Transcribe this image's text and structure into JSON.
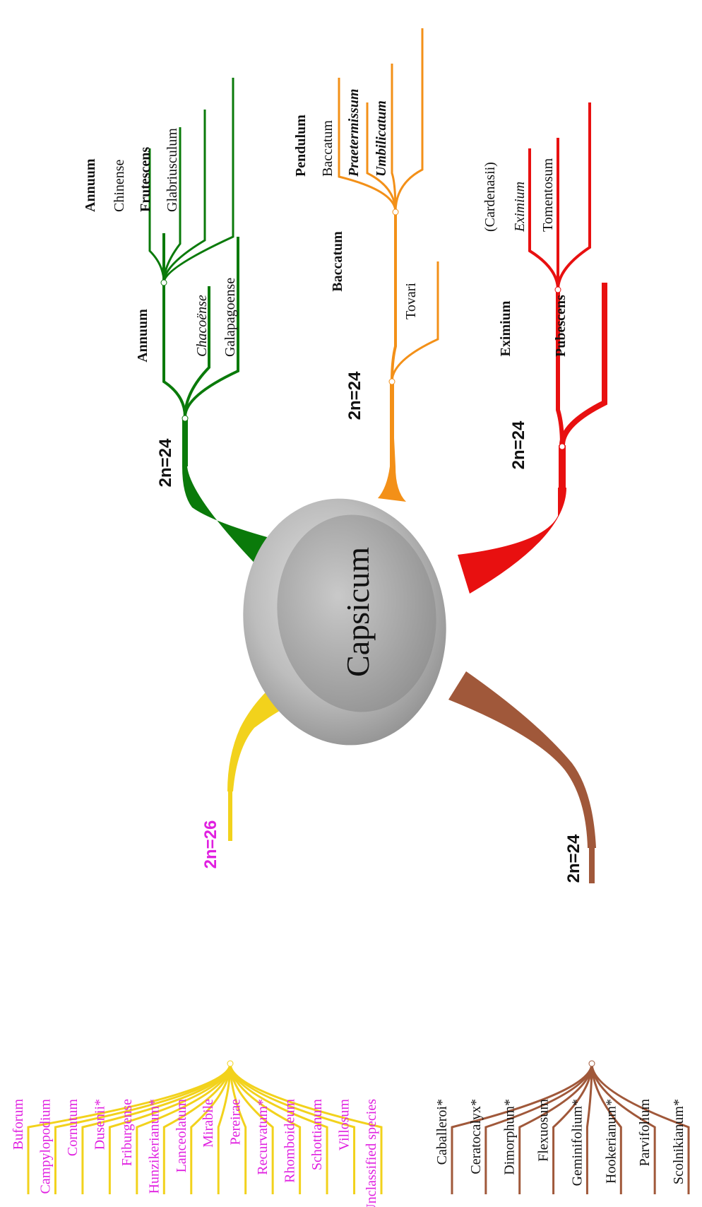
{
  "center": {
    "label": "Capsicum"
  },
  "branches": {
    "green": {
      "color": "#0a7a0a",
      "chromosome": "2n=24",
      "annuum_node": "Annuum",
      "annuum_group": "Annuum",
      "species": [
        "Chinense",
        "Frutescens",
        "Glabriusculum"
      ],
      "side_species": [
        "Chacoënse",
        "Galapagoense"
      ]
    },
    "orange": {
      "color": "#f39018",
      "chromosome": "2n=24",
      "baccatum_node": "Baccatum",
      "species": [
        "Pendulum",
        "Baccatum",
        "Praetermissum",
        "Umbilicatum"
      ],
      "side_species": [
        "Tovari"
      ]
    },
    "red": {
      "color": "#e81010",
      "chromosome": "2n=24",
      "eximium_node": "Eximium",
      "species": [
        "(Cardenasii)",
        "Eximium",
        "Tomentosum"
      ],
      "side_species": [
        "Pubescens"
      ]
    },
    "yellow": {
      "color": "#f2d21c",
      "label_color": "#e020e0",
      "chromosome": "2n=26",
      "species": [
        "Buforum",
        "Campylopodium",
        "Cornutum",
        "Dusenii*",
        "Friburgense",
        "Hunzikerianum*",
        "Lanceolatum",
        "Mirabile",
        "Pereirae",
        "Recurvatum*",
        "Rhomboideum",
        "Schottianum",
        "Villosum",
        "Unclassified species"
      ]
    },
    "brown": {
      "color": "#a0583a",
      "chromosome": "2n=24",
      "species": [
        "Caballeroi*",
        "Ceratocalyx*",
        "Dimorphum*",
        "Flexuosum",
        "Geminifolium*",
        "Hookerianum*",
        "Parvifolium",
        "Scolnikianum*"
      ]
    }
  }
}
